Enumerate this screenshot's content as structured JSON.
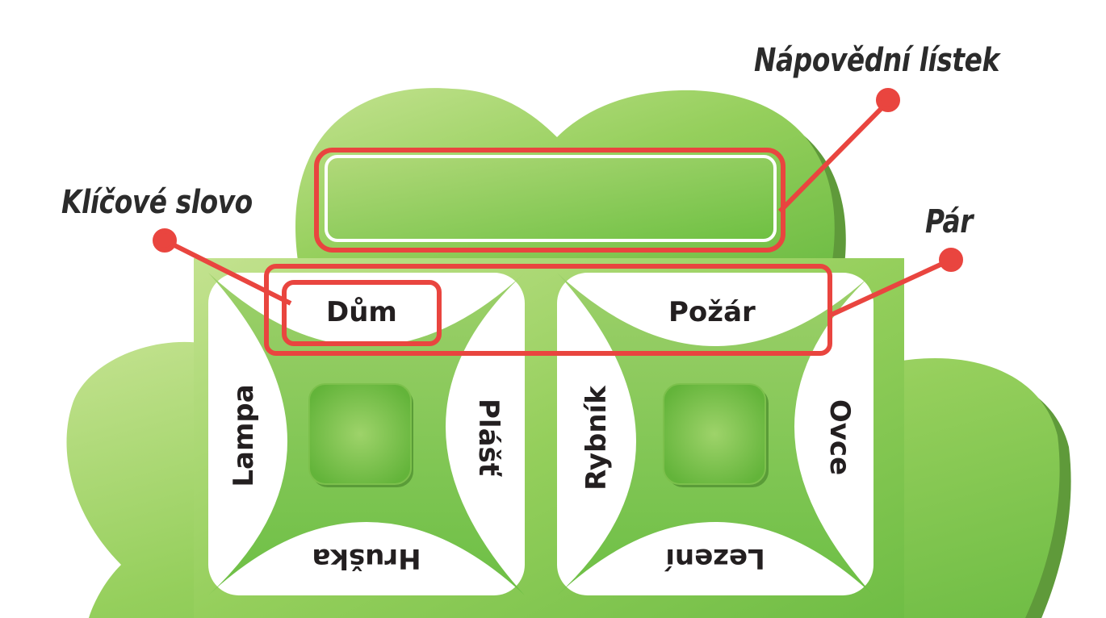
{
  "callouts": {
    "hint_card": "Nápovědní lístek",
    "keyword": "Klíčové slovo",
    "pair": "Pár"
  },
  "left_card": {
    "top": "Dům",
    "left": "Lampa",
    "right": "Plášť",
    "bottom": "Hruška"
  },
  "right_card": {
    "top": "Požár",
    "left": "Rybník",
    "right": "Ovce",
    "bottom": "Lezení"
  },
  "colors": {
    "board_light": "#b5da7c",
    "board_mid": "#8ccb55",
    "board_dark": "#5f9a3a",
    "callout_red": "#e9453f",
    "text_dark": "#231f20"
  }
}
